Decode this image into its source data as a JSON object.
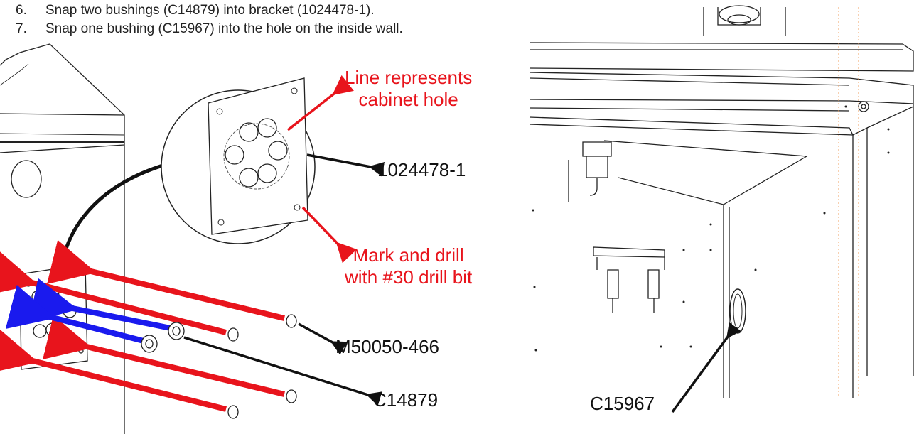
{
  "steps": [
    {
      "number": "6.",
      "text": "Snap two bushings (C14879) into bracket (1024478-1)."
    },
    {
      "number": "7.",
      "text": "Snap one bushing (C15967) into the hole on the inside wall."
    }
  ],
  "callouts": {
    "cabinet_hole_line1": "Line represents",
    "cabinet_hole_line2": "cabinet hole",
    "bracket_part": "1024478-1",
    "drill_line1": "Mark and drill",
    "drill_line2": "with #30 drill bit",
    "screw_part": "M50050-466",
    "bushing_small_part": "C14879",
    "bushing_large_part": "C15967"
  },
  "colors": {
    "callout_red": "#e8141c",
    "screw_arrow_red": "#e8141c",
    "bushing_arrow_blue": "#1a1aee",
    "line_dark": "#222222",
    "guide_orange": "#f0a060"
  }
}
